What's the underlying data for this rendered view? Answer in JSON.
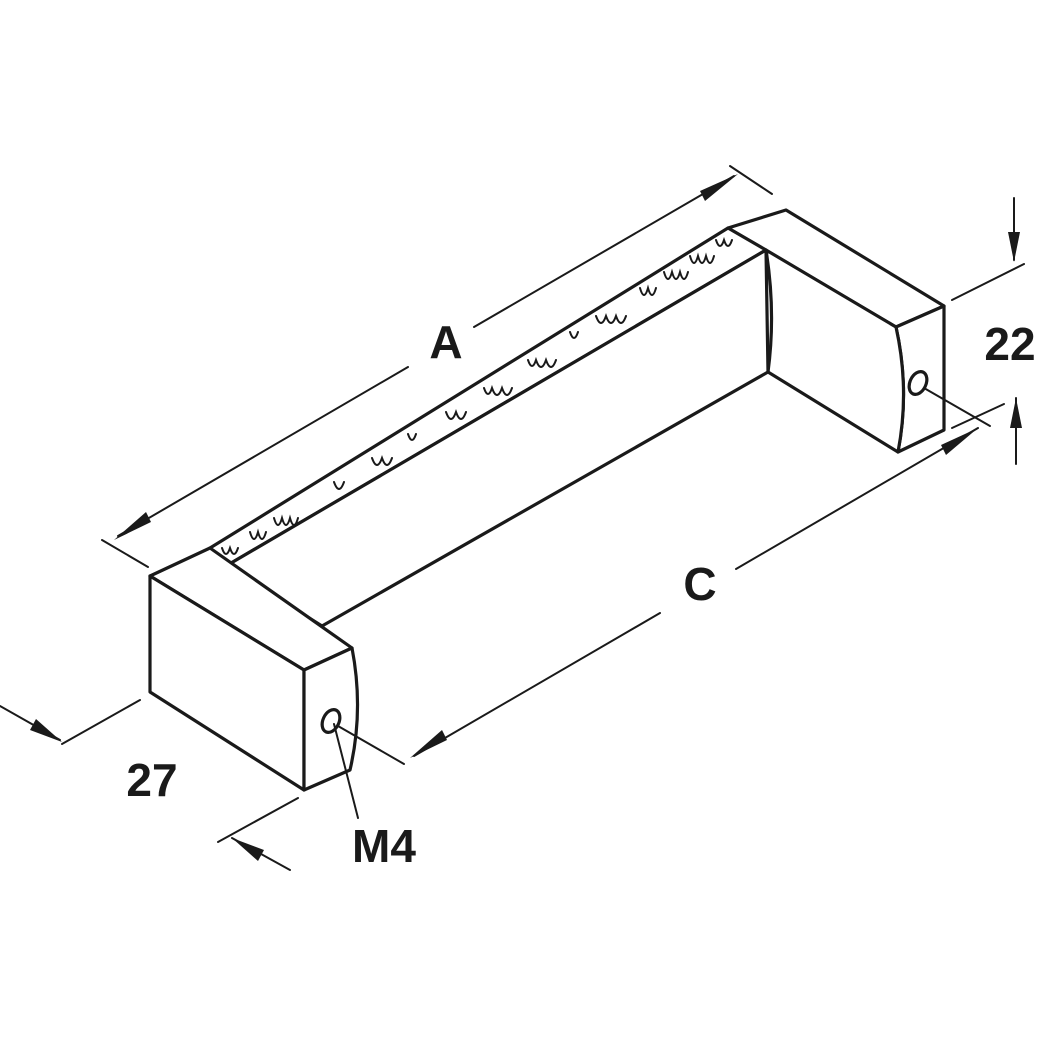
{
  "diagram": {
    "labels": {
      "length": "A",
      "hole_spacing": "C",
      "height": "22",
      "depth": "27",
      "thread": "M4"
    },
    "colors": {
      "line": "#1a1a1a",
      "background": "#ffffff"
    }
  }
}
